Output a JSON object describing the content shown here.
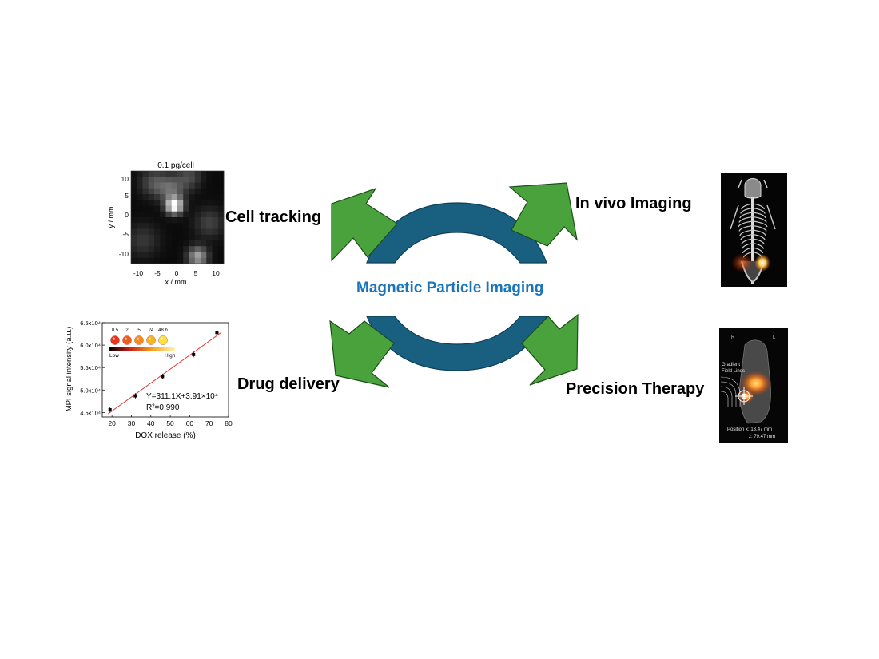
{
  "center_title": "Magnetic Particle Imaging",
  "labels": {
    "cell_tracking": "Cell tracking",
    "in_vivo": "In vivo Imaging",
    "drug_delivery": "Drug delivery",
    "precision": "Precision Therapy"
  },
  "colors": {
    "arrow_green": "#4aa23c",
    "ring_blue": "#195f7f",
    "title_blue": "#1a74b9",
    "fit_line": "#e53935"
  },
  "cell_panel": {
    "title": "0.1 pg/cell",
    "xlabel": "x / mm",
    "ylabel": "y / mm",
    "x_ticks": [
      "-10",
      "-5",
      "0",
      "5",
      "10"
    ],
    "y_ticks": [
      "10",
      "5",
      "0",
      "-5",
      "-10"
    ]
  },
  "chart_data": {
    "type": "scatter",
    "xlabel": "DOX release (%)",
    "ylabel": "MPI signal intensity (a.u.)",
    "xlim": [
      15,
      80
    ],
    "ylim": [
      44000,
      65000
    ],
    "x_ticks": [
      "20",
      "30",
      "40",
      "50",
      "60",
      "70",
      "80"
    ],
    "y_ticks": [
      {
        "value": 45000,
        "label": "4.5x10⁴"
      },
      {
        "value": 50000,
        "label": "5.0x10⁴"
      },
      {
        "value": 55000,
        "label": "5.5x10⁴"
      },
      {
        "value": 60000,
        "label": "6.0x10⁴"
      },
      {
        "value": 65000,
        "label": "6.5x10⁴"
      }
    ],
    "points": [
      {
        "x": 19,
        "y": 45600
      },
      {
        "x": 32,
        "y": 48700
      },
      {
        "x": 46,
        "y": 53000
      },
      {
        "x": 62,
        "y": 57900
      },
      {
        "x": 74,
        "y": 62800
      }
    ],
    "fit": {
      "slope": 311.1,
      "intercept": 39100,
      "x_range": [
        18,
        76
      ]
    },
    "equation": "Y=311.1X+3.91×10⁴",
    "r2": "R²=0.990",
    "inset": {
      "times": [
        "0.5",
        "2",
        "5",
        "24",
        "48 h"
      ],
      "low": "Low",
      "high": "High",
      "colors": [
        "#e6371c",
        "#ee5e1a",
        "#f58c1c",
        "#f9b51f",
        "#fde23a"
      ]
    }
  },
  "mouse_ct": {
    "hotspot_color": "#ffb12e"
  },
  "precision_panel": {
    "corner_left": "R",
    "corner_right": "L",
    "gradient_label_1": "Gradient",
    "gradient_label_2": "Field Lines",
    "position_1": "Position x: 13.47 mm",
    "position_2": "z: 79.47 mm"
  }
}
